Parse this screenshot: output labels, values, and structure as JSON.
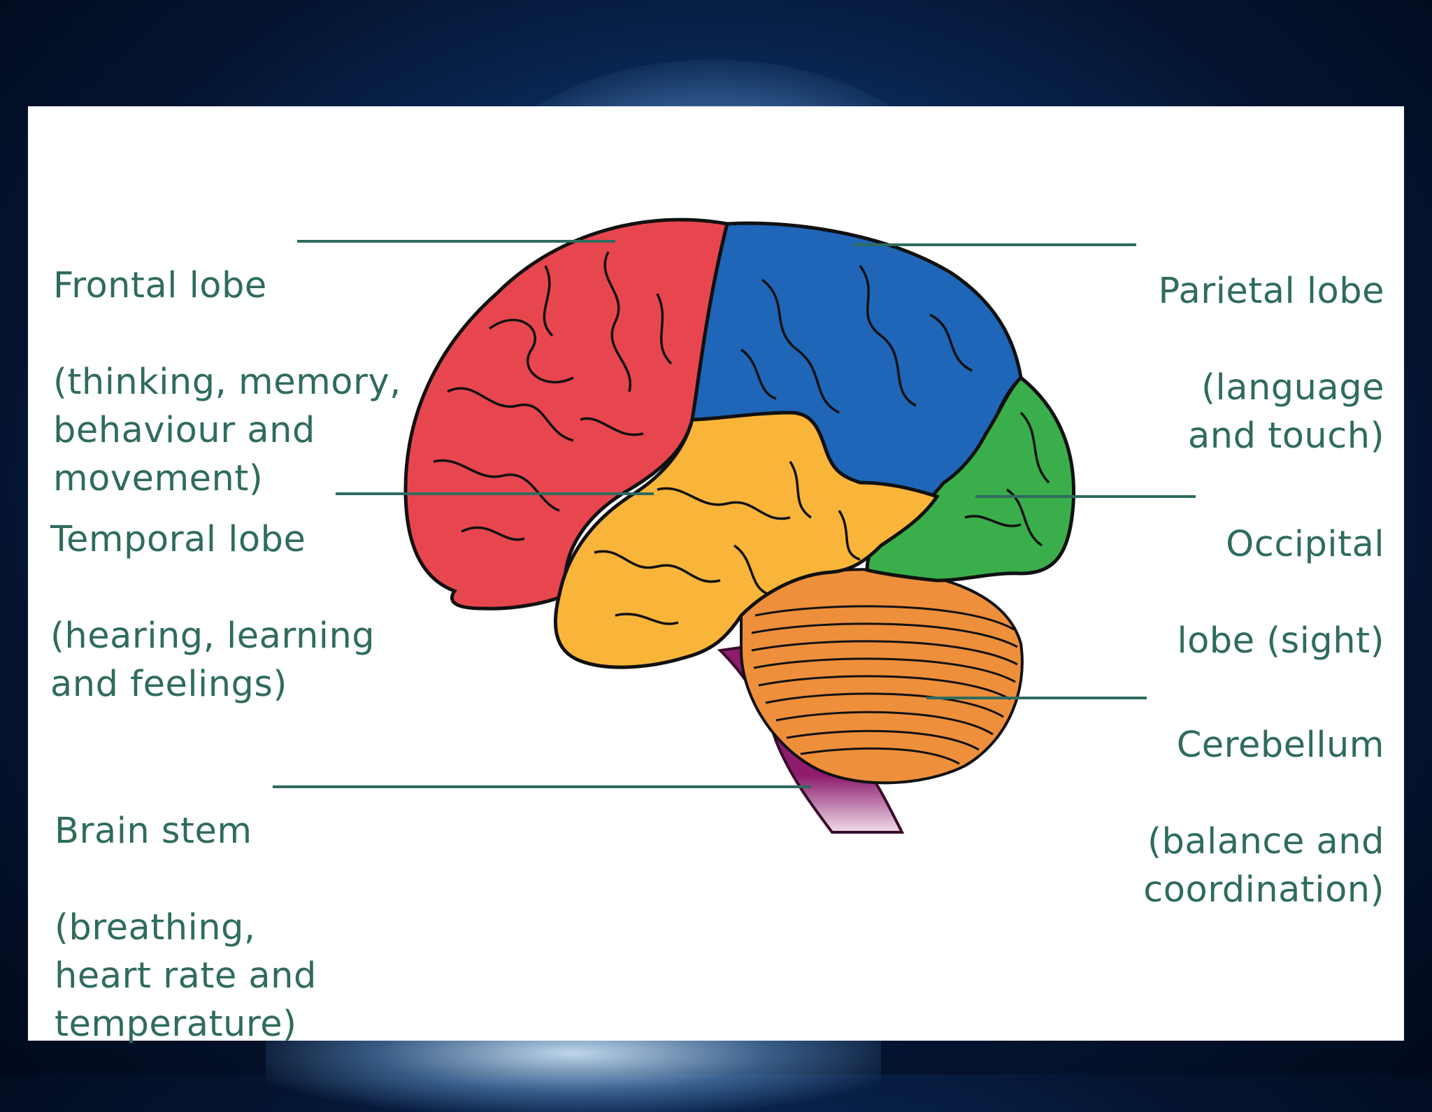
{
  "colors": {
    "label_text": "#2f6b5f",
    "leader_line": "#2f6b5f",
    "frontal": "#e8464e",
    "parietal": "#1f66b8",
    "occipital": "#3aae4a",
    "temporal": "#f9b53a",
    "cerebellum": "#ee8f3c",
    "brain_stem": "#8e1c6e"
  },
  "labels": {
    "frontal": {
      "title": "Frontal lobe",
      "desc": "(thinking, memory,\nbehaviour and\nmovement)"
    },
    "temporal": {
      "title": "Temporal lobe",
      "desc": "(hearing, learning\nand feelings)"
    },
    "brain_stem": {
      "title": "Brain stem",
      "desc": "(breathing,\nheart rate and\ntemperature)"
    },
    "parietal": {
      "title": "Parietal lobe",
      "desc": "(language\nand touch)"
    },
    "occipital": {
      "title": "Occipital",
      "desc": "lobe (sight)"
    },
    "cerebellum": {
      "title": "Cerebellum",
      "desc": "(balance and\ncoordination)"
    }
  }
}
